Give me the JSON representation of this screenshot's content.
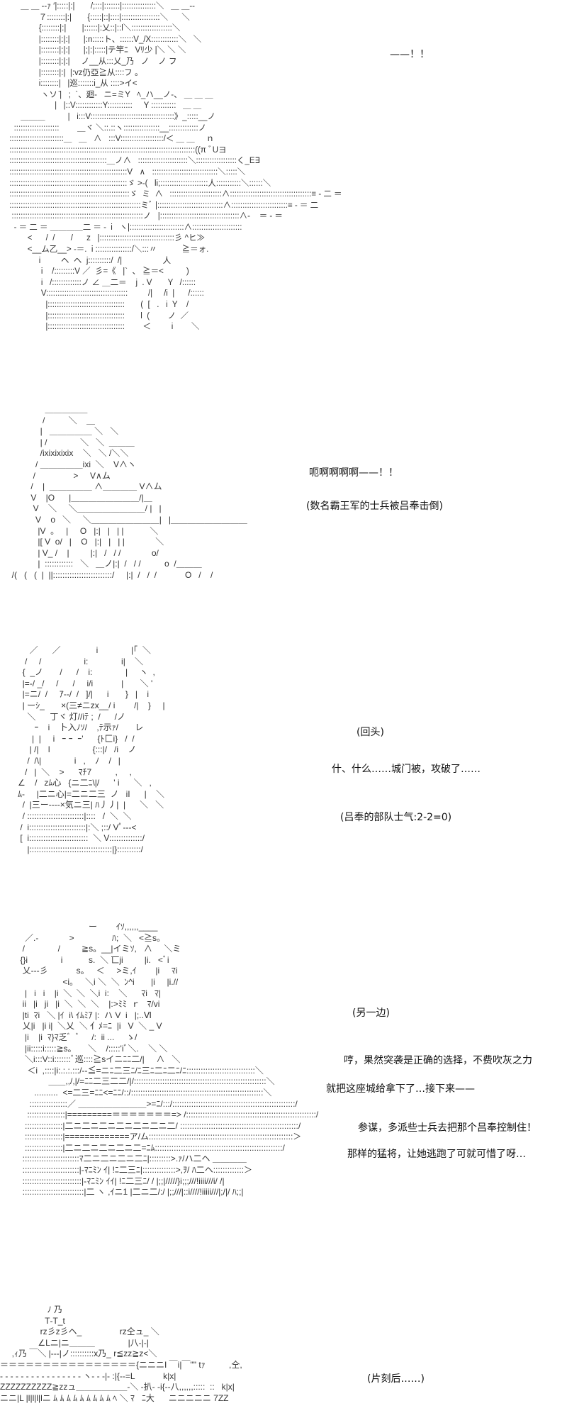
{
  "panels": [
    {
      "art": [
        "      ＿ ＿ -‐ｧ ′|:::::|:|       /;:::|:::::::|:::::::::::::::＼   ＿ ＿-‐  ",
        "              ７::::::::|:|       {:::::|::|::::|:::::::::::::::::＼      ＼",
        "              {::::::::|:|       |::::::|:乂::|::l＼::::::::::::::::::＼",
        "              |::::::::|:|:|      |:n:::::ト、::::::V_/X::::::::::::＼   ＼",
        "              |::::::::|:|:|      |;|:|:::::|テ竿ﾆ   Vﾘ少 |＼ ＼ ＼",
        "              |::::::::|:|:|     ノ__从:::乂_乃   ノ    ノ フ",
        "              |::::::::|:|  |:vz仍亞≧从::::フ 。",
        "              i::::::::|   |巡:::::::i_从 ::::>イ<",
        "               ヽソ ̄|   ;  `、廻‐   ニ=ミY   ﾍ_ハ__ノ‐、 ＿ ＿ ＿",
        "                     |   |::V::::::::::::Y:::::::::::     Y :::::::::::   ＿ ＿",
        "      ＿＿＿          |   i:::V:::::::::::::::::::::::::::::::::::::》_:::::__ノ",
        "   ::::::::::::::::::::        ＿ヾ ＼::.::ヽ::::::::::::::::__:::::::::::::ノ",
        " ::::::::::::::::::::::::＿   ＿   ∧   :::V:::::::::::::::::::/＜ ＿ ＿     ｎ",
        " ::::::::::::::::::::::::::::::::::::::::::::::::::::::::::::::::::::::::::::::::::((π ﾞUヨ",
        " :::::::::::::::::::::::::::::::::::::::::::＿ノ∧   ::::::::::::::::::::::＼::::::::::::::::::く_E∃",
        " ::::::::::::::::::::::::::::::::::::::::::::::::::::V   ∧   :::::::::::::::::::::::::::::＼:::::＼",
        " ::::::::::::::::::::::::::::::::::::::::::::::::::::ゞ >-(   li;:::::::::::::::::::::人:::::::::::＼::::::＼",
        " :::::::::::::::::::::::::::::::::::::::::::::::::::::ゞ  ミ  ∧   :::::::::::::::::::::::∧::::::::::::::::::::::::::::::::::::≡ ‐ 二 ＝",
        " ::::::::::::::::::::::::::::::::::::::::::::::::::::::::::ミﾞ |:::::::::::::::::::::::::::::∧:::::::::::::::::::::::::≡ ‐ ＝ 二",
        "  ::::::::::::::::::::::::::::::::::::::::::::::::::::::::::ノ   |:::::::::::::::::::::::::::::::::::∧‐    ＝ ‐ ＝",
        "   ‐ ＝ 二 ＝ ＿＿＿＿二 ＝ ‐  i   ヽ|::::::::::::::::::::::::∧::::::::::::::::::::::",
        "         <      /  /       /      z   |:::::::::::::::::::::::::::::::::彡 ^ヒ≫",
        "         <__ム乙__> -＝.  i ::::::::::::::::/＼:::〃           ≧＝ォ.",
        "              i         ヘ  ヘ  j::::::::::/  /|                  人",
        "               i    /:::::::::V ／  彡=《   |`  、 ≧＝<          )",
        "               i   /:::::::::::::ノ ∠ ＿二＝    j  . V       Y   /::::::",
        "               V::::::::::::::::::::::::::::::::::::         /|     /i  |      /::::::",
        "                 |::::::::::::::::::::::::::::::::::       (  [   .   i  Y    /",
        "                 |::::::::::::::::::::::::::::::::::       l  (        ノ  ／",
        "                 |::::::::::::::::::::::::::::::::::        ＜         i        ＼"
      ],
      "lines": [
        "——！！"
      ]
    },
    {
      "art": [
        "                   ＿＿＿＿＿",
        "                  /          ＼    ＿",
        "                 |   ＿＿＿＿＿ ＼   ＼",
        "                 | /              ＼   ＼  ＿＿＿",
        "                 /ixixixixix    ＼   ＼ /＼＼",
        "               / ＿＿＿＿＿ixi  ＼    V∧ヽ",
        "              /                >     V∧ム",
        "             /    |  ＿＿＿＿＿ ∧＿＿＿＿ V∧ム",
        "             V    |O      |＿＿＿＿＿＿＿＿/|＿",
        "              V    ＼     ＼＿＿＿＿＿＿＿＿/ |   |",
        "               V    o   ＼     ＼＿＿＿＿＿＿＿＿|   |＿＿＿＿＿＿＿＿＿",
        "                |V  。   |     O   |:|   |   | |           ＼",
        "                |[ V  o/   |    O   |:|   |   | |             ＼",
        "                | V_ /    |         |:|   /   / /             o/",
        "                |  ::::::::::::   ＼   ＿ノ|:|  /   / /          o  /＿＿＿",
        "     /(   (   (  |  ||:::::::::::::::::::::::::/     |:|  /   /  /            O   /    /"
      ],
      "lines": [
        "呃啊啊啊啊——！！",
        "(数名霸王军的士兵被吕奉击倒)"
      ]
    },
    {
      "art": [
        "        ／      ／               i              |｢  ＼",
        "      /     /                  i:              i|    ＼",
        "     {  _ノ       /      /    i:              |     ヽ  ,",
        "     |=-/ _/     /      /     i/i            |       ＼ '",
        "     |=ニ/  /     ｱ‐‐/  /   ]/|      i       }   |    i",
        "     | ーｼ_       ×(三≠ニzx__/ i        /|    }     |",
        "       ＼      丁ヾ 灯//iﾃ ;  /      /ノ",
        "          ｰ    i    卜入ﾉｿ/    ,ﾃ示ｧ/       レ",
        "         |  |     i   ｰ ｰ  ｰ'      {ﾄ匚i}   /  /",
        "        | /|    l                  {:::|/   /i    ノ",
        "       /  /\\|              i   ,    ﾉ    /   |",
        "      /   |  ＼    >      ﾏﾁ7          ,     ,",
        "   ∠    /   zﾑ心   {ニ二ﾆ\\|/      ' i      ＼   ,",
        "   ﾑ‐     |二ニ心|=二ニ二三  ノ   iI      |    ＼",
        "     /  |三ー‐‐‐‐×気ニ三| ﾊ丿丿|  |      ＼   ＼",
        "     / ::::::::::::::::::::::::|::::   /  ＼  ＼",
        "    /  i::::::::::::::::::::::::|:＼ ;::/ Vﾟ‐‐‐<",
        "    [  i:::::::::::::::::::::::::  ＼ V::::::::::::::/",
        "       |:::::::::::::::::::::::::::::::::::|}::::::::::/"
      ],
      "lines": [
        "(回头)",
        "什、什么……城门被，攻破了……",
        "(吕奉的部队士气:2-2=0)"
      ]
    },
    {
      "art": [
        "                              ー        ｲｿ,,,,,,____",
        "   ／.‐             >                ﾊ;  ＼   <≧s。",
        "  /              /         ≧s。__|イミｿ,   ∧     ＼ミ",
        " {}i              i           s.  ＼ 匸ji         |i.   <ﾞi",
        "  乂‐‐‐彡            s。   ＜     >ミ,ｲ        |i     ﾏi",
        "                   <i。   ＼i ＼  ＼  ﾝ^i       |i     |i.//",
        "   |   i   i    |i  ＼  ＼  ＼i  i:    ＼      ﾏi   ﾏ|",
        "  ii   |i   ji   |i  ＼  ＼  ＼    |:>ﾐﾐ  ｒ   ﾏ/vi",
        "  |ti  ﾏi   ＼ |ｲ  i\\ ｲﾑﾐｱ |:  ハ V  i   |;..Ⅵ",
        "  乂|i   |i i|  ＼乂  ＼ 亻ﾒ=ﾆ  |i   V  ＼ _ V",
        "   |i    |i  ﾏ}ﾏ乏ﾞ  ﾞ     /:  ii ...     ゝ/",
        "   |ii:::::i:::::≧s。     ＼    /:::::'iﾞ＼.    ＼ ＼",
        "   ＼i:::V::i:::::::ﾞ巡::::≧sイニﾆﾆ二/|     ∧   ＼",
        "    ＜i  ,::::|i:.:.:.:::/‐‐≦=ニﾆ二三ﾆ/ﾆ三ﾆ二ﾆ二ﾆ/ﾆ:::::::::::::::::::::::::::::＼",
        "             ＿＿,,/,|/=ﾆﾆ二三二二/|/::::::::::::::::::::::::::::::::::::::::::::::::::::::::＼",
        "       ..........  <=二三=ﾆﾆ<=ﾆﾆ/::/::::::::::::::::::::::::::::::::::::::::::::::::::::::::＼",
        "     ::::::::::::::::／ ＿＿＿＿＿＿＿＿>=ﾆ/:::/::::::::::::::::::::::::::::::::::::::::::::::::::::/",
        "    ::::::::::::::::|=========＝＝＝＝＝＝＝=> /:::::::::::::::::::::::::::::::::::::::::::::::::::::::/",
        "   ::::::::::::::::|二ニ二ニ二ニ二ニ二ニ二ニ二/ ::::::::::::::::::::::::::::::::::::::::::::::::::/",
        "   ::::::::::::::::|=============ア/ム:::::::::::::::::::::::::::::::::::::::::::::::::::::::::::::＞",
        "   ::::::::::::::::|二ニ二ニ二ニ二ニ二=ﾆﾑ::::::::::::::::::::::::::::::::::::::::::::::::::::::/",
        "  ::::::::::::::::::::::::ﾏ二ニ二ニ二ニ二ﾆ|:::::::::>.ｧ/ハ二ヘ ＿＿＿＿",
        "  ::::::::::::::::::::::::|-ﾏﾆﾐﾝ ｲ| !ﾆ二三ﾆ|::::::::::::::>,ｦ/ ﾊ二ヘ:::::::::::::＞",
        "  :::::::::::::::::::::::::|-ﾏﾆﾐﾝ ｲｲ| !ﾆ二三ﾆ/ / |;;|/////}i;;;///!iiii///i/ /|",
        "  ::::::::::::::::::::::::::|二 ヽ ,ｲニ1 |二ニ二/:/ |;;///|::i////!iiiii///|;/|/ ﾊ;;|"
      ],
      "lines": [
        "(另一边)",
        "哼，果然突袭是正确的选择，不费吹灰之力",
        "就把这座城给拿下了…接下来——",
        "参谋，多派些士兵去把那个吕奉控制住！",
        "那样的猛将，让她逃跑了可就可惜了呀…"
      ]
    },
    {
      "art": [
        "                    ﾉ 乃",
        "                   T‐T_t",
        "                 rz彡z彡ヘ_                rz仝ュ_ ＼",
        "                ∠Lニ|ニ＿＿＿              |八-|-|",
        "     ,ｨ乃 ￣＼ |‐‐‐|ノ::::::::::x乃_ r≦zz≧z<＼",
        "＝＝＝＝＝＝＝＝＝＝＝＝＝＝＝＝{ニニニI ￣i|￣\"\" tｧ          ,仝,",
        "‐ ‐ ‐ ‐ ‐ ‐ ‐ ‐ ‐ ‐ ‐ ‐ ‐ ‐ ‐ ‐ ヽ‐ ‐ ‐|‐ :|{‐‐=L            k|x|",
        "ZZZZZZZZZZ≧zzュ＿＿＿＿＿＿‐＼ ‐扒‐ -i{-‐八,,,,,,:::::  ::   k|x|",
        "ニニ|L |l|l|l|lニ ﾑ ﾑ ﾑ ﾑ ﾑ ﾑ ﾑ ﾑ ﾑ ﾍ ＼ ﾏ   ﾆ大      ニニニニニ 7ZZ"
      ],
      "lines": [
        "(片刻后……)"
      ]
    }
  ]
}
